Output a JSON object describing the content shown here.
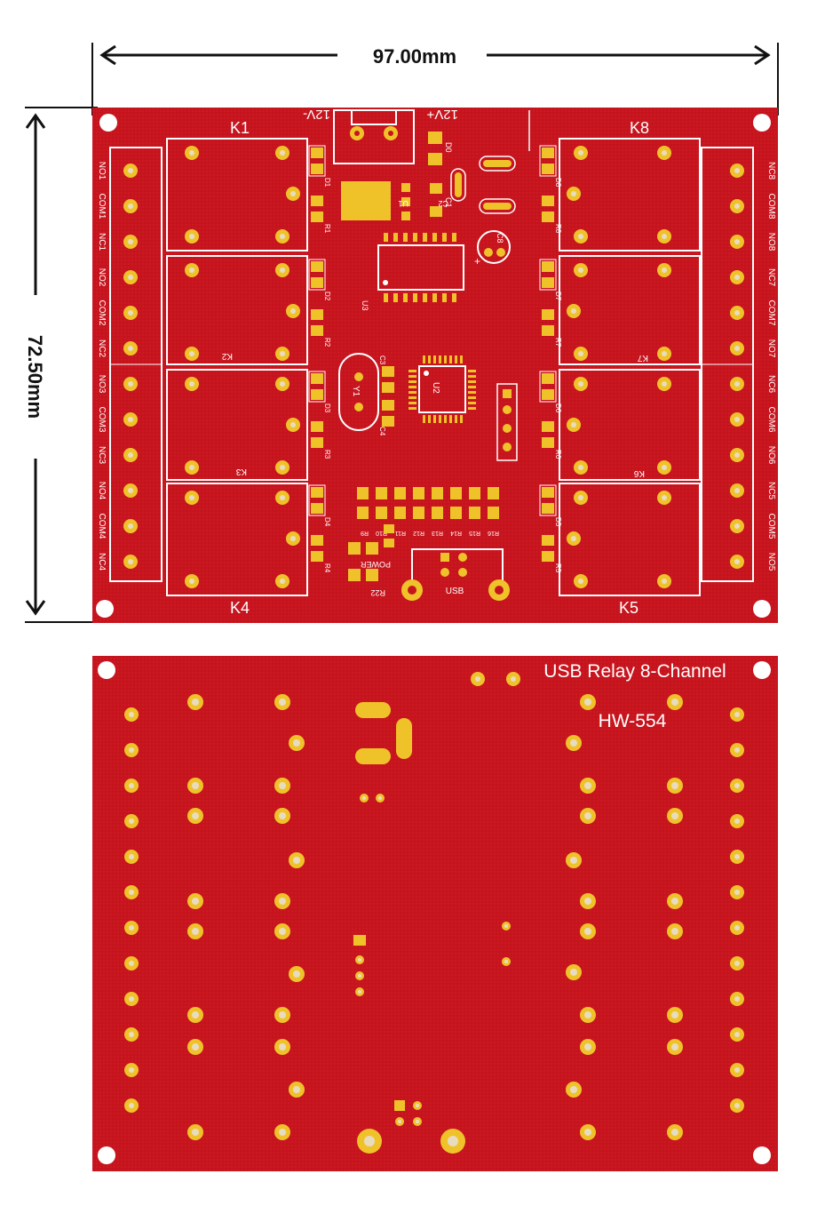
{
  "dimensions": {
    "width_label": "97.00mm",
    "height_label": "72.50mm"
  },
  "top_board": {
    "relay_labels": [
      "K1",
      "K8",
      "K4",
      "K5"
    ],
    "relay_small_labels": [
      "K2",
      "K3",
      "K7",
      "K6"
    ],
    "power_labels": [
      "12V-",
      "12V+"
    ],
    "left_terminal_labels": [
      "NO1",
      "COM1",
      "NC1",
      "NO2",
      "COM2",
      "NC2",
      "NO3",
      "COM3",
      "NC3",
      "NO4",
      "COM4",
      "NC4"
    ],
    "right_terminal_labels": [
      "NC8",
      "COM8",
      "NO8",
      "NC7",
      "COM7",
      "NO7",
      "NC6",
      "COM6",
      "NO6",
      "NC5",
      "COM5",
      "NO5"
    ],
    "left_diode_labels": [
      "D1",
      "R1",
      "D2",
      "R2",
      "D3",
      "R3",
      "D4",
      "R4"
    ],
    "right_diode_labels": [
      "D8",
      "R8",
      "D7",
      "R7",
      "D6",
      "R6",
      "D5",
      "R5"
    ],
    "ic_labels": [
      "U1",
      "U2",
      "U3",
      "C1",
      "C2",
      "C3",
      "C4",
      "C8",
      "Y1",
      "D0"
    ],
    "resistor_row_labels": [
      "R9",
      "R10",
      "R11",
      "R12",
      "R13",
      "R14",
      "R15",
      "R16"
    ],
    "power_led_label": "POWER",
    "resistor_r22": "R22",
    "usb_label": "USB"
  },
  "bottom_board": {
    "title": "USB Relay 8-Channel",
    "model": "HW-554"
  },
  "colors": {
    "board_red": "#c8141e",
    "pad_gold": "#f0c22a",
    "silk_white": "#ffffff",
    "dimension_black": "#111111"
  }
}
